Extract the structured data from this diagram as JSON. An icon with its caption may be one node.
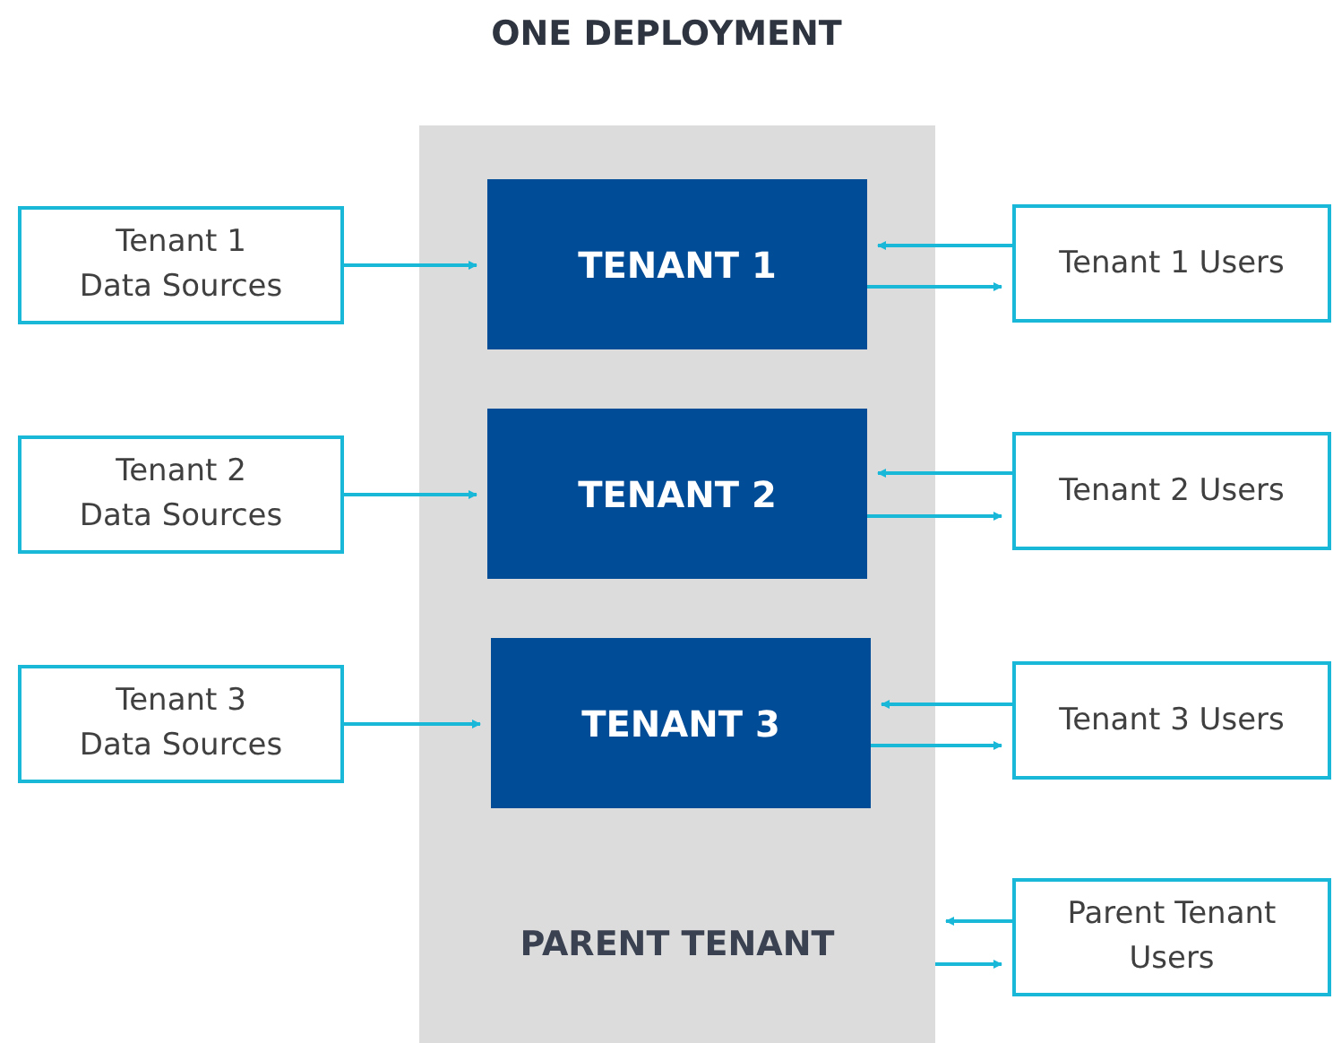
{
  "diagram": {
    "title": "ONE DEPLOYMENT",
    "nodes": [
      {
        "text": [
          "PARENT TENANT"
        ]
      },
      {
        "text": [
          "TENANT 1"
        ],
        "in": 0
      },
      {
        "text": [
          "TENANT 2"
        ],
        "in": 0
      },
      {
        "text": [
          "TENANT 3"
        ],
        "in": 0
      },
      {
        "text": [
          "Tenant 1 Data Sources"
        ]
      },
      {
        "text": [
          "Tenant 1 Users"
        ]
      },
      {
        "text": [
          "Tenant 2 Data Sources"
        ]
      },
      {
        "text": [
          "Tenant 2 Users"
        ]
      },
      {
        "text": [
          "Tenant 3 Data Sources"
        ]
      },
      {
        "text": [
          "Tenant 3 Users"
        ]
      },
      {
        "text": [
          "Parent Tenant Users"
        ]
      }
    ],
    "edges": [
      {
        "from": 4,
        "to": 1,
        "arrow": "to"
      },
      {
        "from": 5,
        "to": 1,
        "arrow": "to"
      },
      {
        "from": 1,
        "to": 5,
        "arrow": "to"
      },
      {
        "from": 6,
        "to": 2,
        "arrow": "to"
      },
      {
        "from": 7,
        "to": 2,
        "arrow": "to"
      },
      {
        "from": 2,
        "to": 7,
        "arrow": "to"
      },
      {
        "from": 8,
        "to": 3,
        "arrow": "to"
      },
      {
        "from": 9,
        "to": 3,
        "arrow": "to"
      },
      {
        "from": 3,
        "to": 9,
        "arrow": "to"
      },
      {
        "from": 10,
        "to": 0,
        "arrow": "to"
      },
      {
        "from": 0,
        "to": 10,
        "arrow": "to"
      }
    ]
  }
}
